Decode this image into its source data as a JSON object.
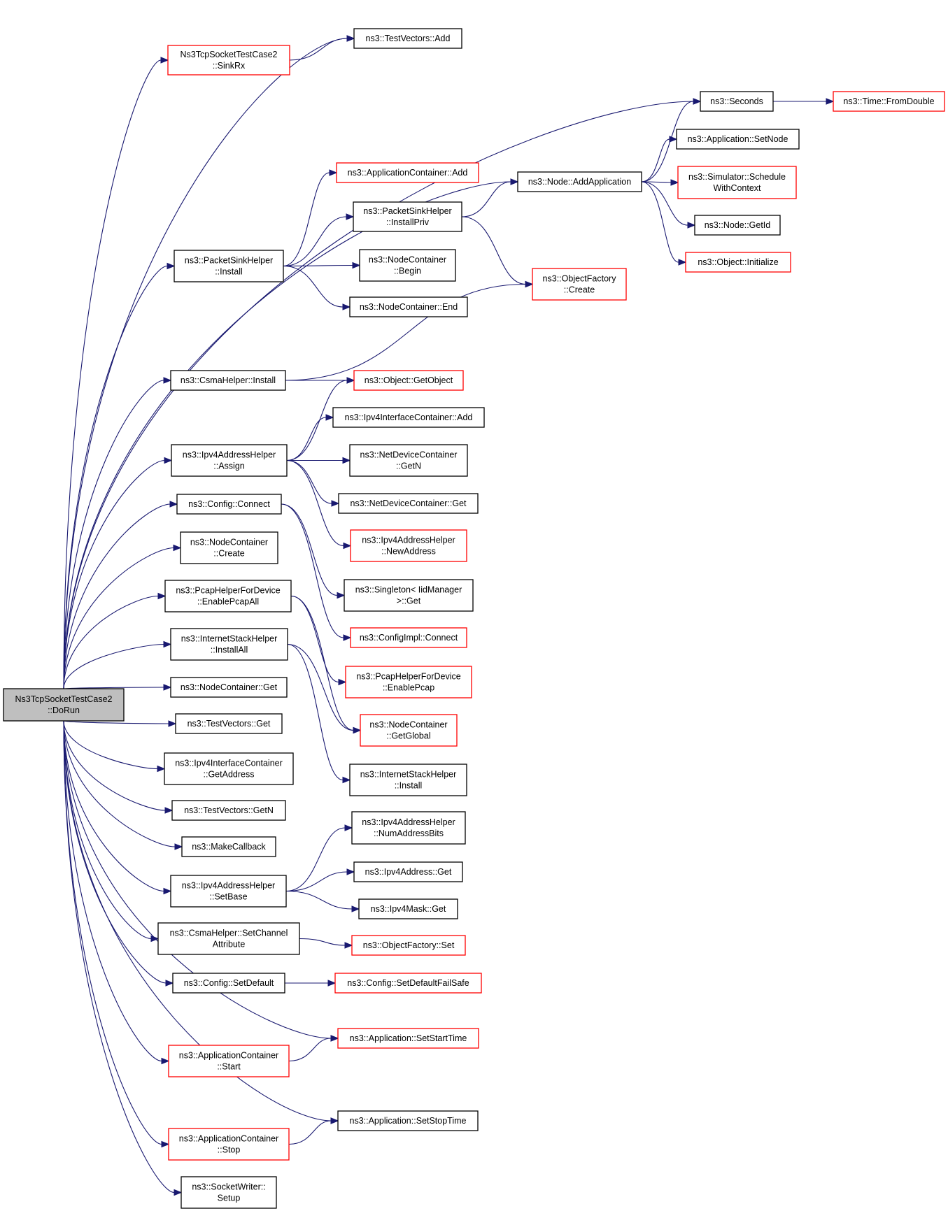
{
  "colors": {
    "edge": "#191970",
    "border_black": "#000000",
    "border_red": "#ff0000",
    "root_fill": "#bfbfbf",
    "node_fill": "#ffffff"
  },
  "nodes": [
    {
      "id": "root",
      "lines": [
        "Ns3TcpSocketTestCase2",
        "::DoRun"
      ],
      "style": "root"
    },
    {
      "id": "tv_add",
      "lines": [
        "ns3::TestVectors::Add"
      ],
      "style": "black"
    },
    {
      "id": "sinkrx",
      "lines": [
        "Ns3TcpSocketTestCase2",
        "::SinkRx"
      ],
      "style": "red"
    },
    {
      "id": "seconds",
      "lines": [
        "ns3::Seconds"
      ],
      "style": "black"
    },
    {
      "id": "fromdouble",
      "lines": [
        "ns3::Time::FromDouble"
      ],
      "style": "red"
    },
    {
      "id": "setnode",
      "lines": [
        "ns3::Application::SetNode"
      ],
      "style": "black"
    },
    {
      "id": "appc_add",
      "lines": [
        "ns3::ApplicationContainer::Add"
      ],
      "style": "red"
    },
    {
      "id": "addapp",
      "lines": [
        "ns3::Node::AddApplication"
      ],
      "style": "black"
    },
    {
      "id": "schedctx",
      "lines": [
        "ns3::Simulator::Schedule",
        "WithContext"
      ],
      "style": "red"
    },
    {
      "id": "installpriv",
      "lines": [
        "ns3::PacketSinkHelper",
        "::InstallPriv"
      ],
      "style": "black"
    },
    {
      "id": "getid",
      "lines": [
        "ns3::Node::GetId"
      ],
      "style": "black"
    },
    {
      "id": "psh_install",
      "lines": [
        "ns3::PacketSinkHelper",
        "::Install"
      ],
      "style": "black"
    },
    {
      "id": "nc_begin",
      "lines": [
        "ns3::NodeContainer",
        "::Begin"
      ],
      "style": "black"
    },
    {
      "id": "initialize",
      "lines": [
        "ns3::Object::Initialize"
      ],
      "style": "red"
    },
    {
      "id": "of_create",
      "lines": [
        "ns3::ObjectFactory",
        "::Create"
      ],
      "style": "red"
    },
    {
      "id": "nc_end",
      "lines": [
        "ns3::NodeContainer::End"
      ],
      "style": "black"
    },
    {
      "id": "csma_install",
      "lines": [
        "ns3::CsmaHelper::Install"
      ],
      "style": "black"
    },
    {
      "id": "getobject",
      "lines": [
        "ns3::Object::GetObject"
      ],
      "style": "red"
    },
    {
      "id": "ipv4ic_add",
      "lines": [
        "ns3::Ipv4InterfaceContainer::Add"
      ],
      "style": "black"
    },
    {
      "id": "assign",
      "lines": [
        "ns3::Ipv4AddressHelper",
        "::Assign"
      ],
      "style": "black"
    },
    {
      "id": "ndc_getn",
      "lines": [
        "ns3::NetDeviceContainer",
        "::GetN"
      ],
      "style": "black"
    },
    {
      "id": "cfg_connect",
      "lines": [
        "ns3::Config::Connect"
      ],
      "style": "black"
    },
    {
      "id": "ndc_get",
      "lines": [
        "ns3::NetDeviceContainer::Get"
      ],
      "style": "black"
    },
    {
      "id": "nc_create",
      "lines": [
        "ns3::NodeContainer",
        "::Create"
      ],
      "style": "black"
    },
    {
      "id": "newaddress",
      "lines": [
        "ns3::Ipv4AddressHelper",
        "::NewAddress"
      ],
      "style": "red"
    },
    {
      "id": "pcapall",
      "lines": [
        "ns3::PcapHelperForDevice",
        "::EnablePcapAll"
      ],
      "style": "black"
    },
    {
      "id": "singleton",
      "lines": [
        "ns3::Singleton< IidManager",
        ">::Get"
      ],
      "style": "black"
    },
    {
      "id": "configimpl",
      "lines": [
        "ns3::ConfigImpl::Connect"
      ],
      "style": "red"
    },
    {
      "id": "ish_installall",
      "lines": [
        "ns3::InternetStackHelper",
        "::InstallAll"
      ],
      "style": "black"
    },
    {
      "id": "enablepcap",
      "lines": [
        "ns3::PcapHelperForDevice",
        "::EnablePcap"
      ],
      "style": "red"
    },
    {
      "id": "nc_get",
      "lines": [
        "ns3::NodeContainer::Get"
      ],
      "style": "black"
    },
    {
      "id": "tv_get",
      "lines": [
        "ns3::TestVectors::Get"
      ],
      "style": "black"
    },
    {
      "id": "getglobal",
      "lines": [
        "ns3::NodeContainer",
        "::GetGlobal"
      ],
      "style": "red"
    },
    {
      "id": "ipv4ic_getaddr",
      "lines": [
        "ns3::Ipv4InterfaceContainer",
        "::GetAddress"
      ],
      "style": "black"
    },
    {
      "id": "ish_install",
      "lines": [
        "ns3::InternetStackHelper",
        "::Install"
      ],
      "style": "black"
    },
    {
      "id": "tv_getn",
      "lines": [
        "ns3::TestVectors::GetN"
      ],
      "style": "black"
    },
    {
      "id": "numaddrbits",
      "lines": [
        "ns3::Ipv4AddressHelper",
        "::NumAddressBits"
      ],
      "style": "black"
    },
    {
      "id": "makecallback",
      "lines": [
        "ns3::MakeCallback"
      ],
      "style": "black"
    },
    {
      "id": "ipv4addr_get",
      "lines": [
        "ns3::Ipv4Address::Get"
      ],
      "style": "black"
    },
    {
      "id": "setbase",
      "lines": [
        "ns3::Ipv4AddressHelper",
        "::SetBase"
      ],
      "style": "black"
    },
    {
      "id": "ipv4mask_get",
      "lines": [
        "ns3::Ipv4Mask::Get"
      ],
      "style": "black"
    },
    {
      "id": "setchanattr",
      "lines": [
        "ns3::CsmaHelper::SetChannel",
        "Attribute"
      ],
      "style": "black"
    },
    {
      "id": "of_set",
      "lines": [
        "ns3::ObjectFactory::Set"
      ],
      "style": "red"
    },
    {
      "id": "cfg_setdefault",
      "lines": [
        "ns3::Config::SetDefault"
      ],
      "style": "black"
    },
    {
      "id": "failsafe",
      "lines": [
        "ns3::Config::SetDefaultFailSafe"
      ],
      "style": "red"
    },
    {
      "id": "setstarttime",
      "lines": [
        "ns3::Application::SetStartTime"
      ],
      "style": "red"
    },
    {
      "id": "appc_start",
      "lines": [
        "ns3::ApplicationContainer",
        "::Start"
      ],
      "style": "red"
    },
    {
      "id": "setstoptime",
      "lines": [
        "ns3::Application::SetStopTime"
      ],
      "style": "black"
    },
    {
      "id": "appc_stop",
      "lines": [
        "ns3::ApplicationContainer",
        "::Stop"
      ],
      "style": "red"
    },
    {
      "id": "sw_setup",
      "lines": [
        "ns3::SocketWriter::",
        "Setup"
      ],
      "style": "black"
    }
  ],
  "edges": [
    [
      "root",
      "tv_add"
    ],
    [
      "root",
      "sinkrx"
    ],
    [
      "sinkrx",
      "tv_add"
    ],
    [
      "root",
      "seconds"
    ],
    [
      "seconds",
      "fromdouble"
    ],
    [
      "root",
      "addapp"
    ],
    [
      "addapp",
      "seconds"
    ],
    [
      "addapp",
      "setnode"
    ],
    [
      "addapp",
      "schedctx"
    ],
    [
      "addapp",
      "getid"
    ],
    [
      "addapp",
      "initialize"
    ],
    [
      "root",
      "psh_install"
    ],
    [
      "psh_install",
      "appc_add"
    ],
    [
      "psh_install",
      "installpriv"
    ],
    [
      "psh_install",
      "nc_begin"
    ],
    [
      "psh_install",
      "nc_end"
    ],
    [
      "installpriv",
      "addapp"
    ],
    [
      "installpriv",
      "of_create"
    ],
    [
      "root",
      "csma_install"
    ],
    [
      "csma_install",
      "of_create"
    ],
    [
      "csma_install",
      "getobject"
    ],
    [
      "root",
      "assign"
    ],
    [
      "assign",
      "getobject"
    ],
    [
      "assign",
      "ipv4ic_add"
    ],
    [
      "assign",
      "ndc_getn"
    ],
    [
      "assign",
      "ndc_get"
    ],
    [
      "assign",
      "newaddress"
    ],
    [
      "root",
      "cfg_connect"
    ],
    [
      "cfg_connect",
      "singleton"
    ],
    [
      "cfg_connect",
      "configimpl"
    ],
    [
      "root",
      "nc_create"
    ],
    [
      "root",
      "pcapall"
    ],
    [
      "pcapall",
      "enablepcap"
    ],
    [
      "pcapall",
      "getglobal"
    ],
    [
      "root",
      "ish_installall"
    ],
    [
      "ish_installall",
      "getglobal"
    ],
    [
      "ish_installall",
      "ish_install"
    ],
    [
      "root",
      "nc_get"
    ],
    [
      "root",
      "tv_get"
    ],
    [
      "root",
      "ipv4ic_getaddr"
    ],
    [
      "root",
      "tv_getn"
    ],
    [
      "root",
      "makecallback"
    ],
    [
      "root",
      "setbase"
    ],
    [
      "setbase",
      "numaddrbits"
    ],
    [
      "setbase",
      "ipv4addr_get"
    ],
    [
      "setbase",
      "ipv4mask_get"
    ],
    [
      "root",
      "setchanattr"
    ],
    [
      "setchanattr",
      "of_set"
    ],
    [
      "root",
      "cfg_setdefault"
    ],
    [
      "cfg_setdefault",
      "failsafe"
    ],
    [
      "root",
      "setstarttime"
    ],
    [
      "root",
      "appc_start"
    ],
    [
      "appc_start",
      "setstarttime"
    ],
    [
      "root",
      "setstoptime"
    ],
    [
      "root",
      "appc_stop"
    ],
    [
      "appc_stop",
      "setstoptime"
    ],
    [
      "root",
      "sw_setup"
    ]
  ]
}
